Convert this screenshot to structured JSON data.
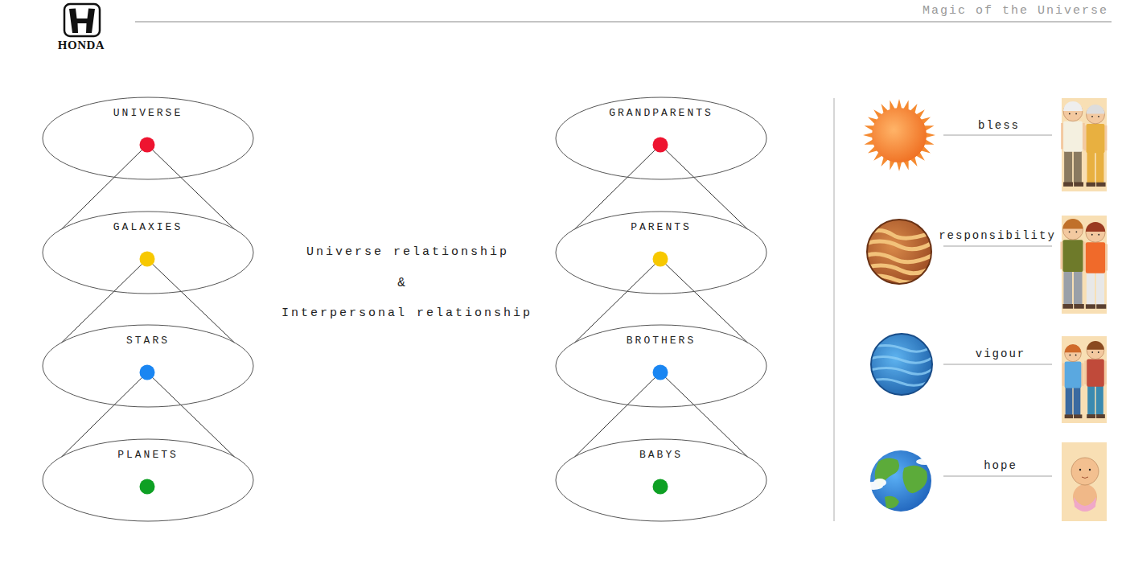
{
  "diagram": {
    "title": "Magic of the Universe",
    "nodes": [
      {
        "text": [
          "UNIVERSE"
        ]
      },
      {
        "text": [
          "GALAXIES"
        ]
      },
      {
        "text": [
          "STARS"
        ]
      },
      {
        "text": [
          "PLANETS"
        ]
      },
      {
        "text": [
          "GRANDPARENTS"
        ]
      },
      {
        "text": [
          "PARENTS"
        ]
      },
      {
        "text": [
          "BROTHERS"
        ]
      },
      {
        "text": [
          "BABYS"
        ]
      }
    ],
    "edges": [
      {
        "from": 0,
        "to": 1,
        "arrow": "none"
      },
      {
        "from": 1,
        "to": 2,
        "arrow": "none"
      },
      {
        "from": 2,
        "to": 3,
        "arrow": "none"
      },
      {
        "from": 4,
        "to": 5,
        "arrow": "none"
      },
      {
        "from": 5,
        "to": 6,
        "arrow": "none"
      },
      {
        "from": 6,
        "to": 7,
        "arrow": "none"
      }
    ],
    "labels": [
      "HONDA",
      "Universe relationship",
      "&",
      "Interpersonal relationship",
      "bless",
      "responsibility",
      "vigour",
      "hope"
    ]
  }
}
